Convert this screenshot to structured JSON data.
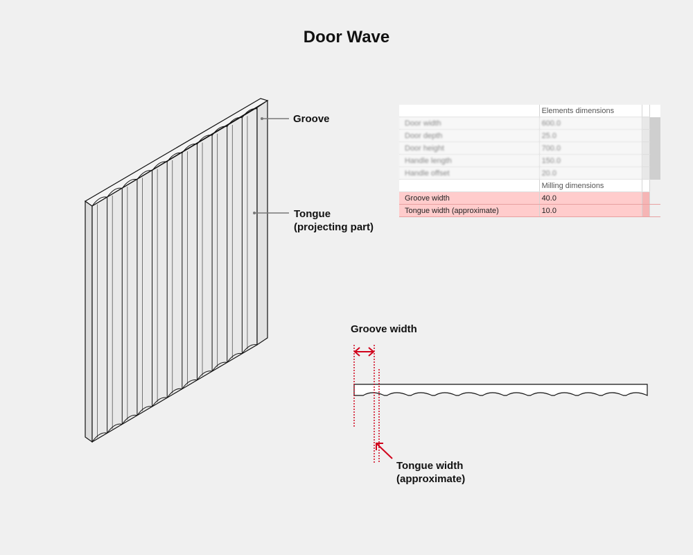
{
  "title": "Door Wave",
  "labels": {
    "groove": "Groove",
    "tongue_line1": "Tongue",
    "tongue_line2": "(projecting part)",
    "groove_width": "Groove width",
    "tongue_width_line1": "Tongue width",
    "tongue_width_line2": "(approximate)"
  },
  "table": {
    "section_elements": "Elements dimensions",
    "elements_rows": [
      {
        "name": "Door width",
        "value": "600.0"
      },
      {
        "name": "Door depth",
        "value": "25.0"
      },
      {
        "name": "Door height",
        "value": "700.0"
      },
      {
        "name": "Handle length",
        "value": "150.0"
      },
      {
        "name": "Handle offset",
        "value": "20.0"
      }
    ],
    "section_milling": "Milling dimensions",
    "milling_rows": [
      {
        "name": "Groove width",
        "value": "40.0"
      },
      {
        "name": "Tongue width (approximate)",
        "value": "10.0"
      }
    ]
  },
  "colors": {
    "highlight_row": "#ffcccc",
    "dimension_red": "#d0021b",
    "panel_face": "#e9e9e9",
    "outline": "#111111"
  }
}
